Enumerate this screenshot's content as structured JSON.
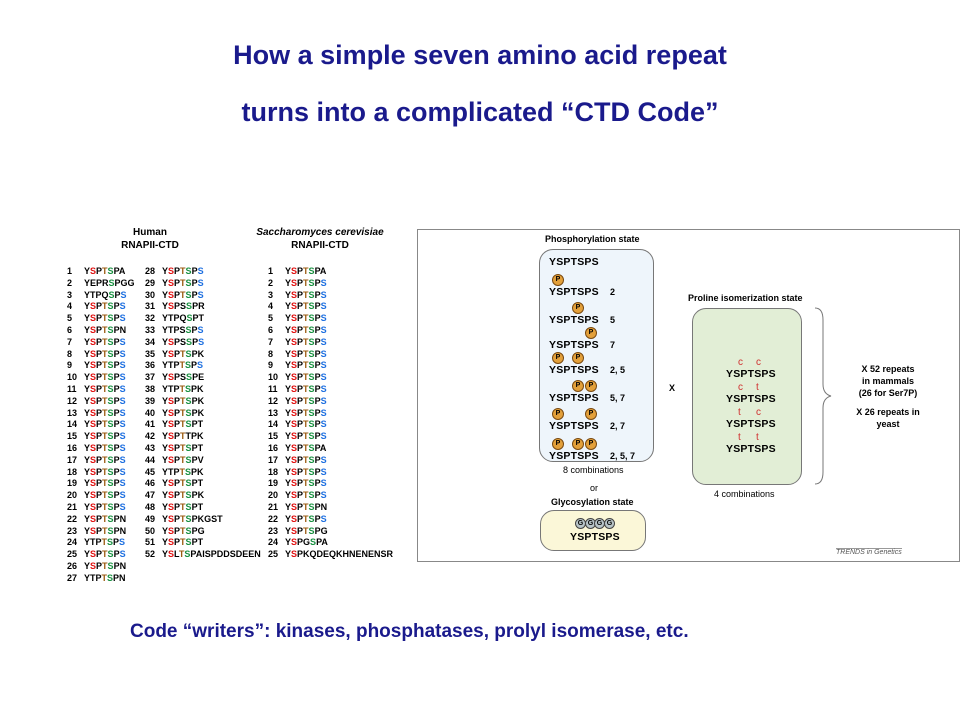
{
  "title": {
    "line1": "How a simple seven amino acid repeat",
    "line2": "turns into a complicated “CTD Code”"
  },
  "human": {
    "species": "Human",
    "label": "RNAPII-CTD",
    "repeats": [
      "YSPTSPA",
      "YEPRSPGG",
      "YTPQSPS",
      "YSPTSPS",
      "YSPTSPS",
      "YSPTSPN",
      "YSPTSPS",
      "YSPTSPS",
      "YSPTSPS",
      "YSPTSPS",
      "YSPTSPS",
      "YSPTSPS",
      "YSPTSPS",
      "YSPTSPS",
      "YSPTSPS",
      "YSPTSPS",
      "YSPTSPS",
      "YSPTSPS",
      "YSPTSPS",
      "YSPTSPS",
      "YSPTSPS",
      "YSPTSPN",
      "YSPTSPN",
      "YTPTSPS",
      "YSPTSPS",
      "YSPTSPN",
      "YTPTSPN",
      "YSPTSPS",
      "YSPTSPS",
      "YSPTSPS",
      "YSPSSPR",
      "YTPQSPT",
      "YTPSSPS",
      "YSPSSPS",
      "YSPTSPK",
      "YTPTSPS",
      "YSPSSPE",
      "YTPTSPK",
      "YSPTSPK",
      "YSPTSPK",
      "YSPTSPT",
      "YSPTTPK",
      "YSPTSPT",
      "YSPTSPV",
      "YTPTSPK",
      "YSPTSPT",
      "YSPTSPK",
      "YSPTSPT",
      "YSPTSPKGST",
      "YSPTSPG",
      "YSPTSPT",
      "YSLTSPAISPDDSDEEN"
    ]
  },
  "yeast": {
    "species": "Saccharomyces cerevisiae",
    "label": "RNAPII-CTD",
    "repeats": [
      "YSPTSPA",
      "YSPTSPS",
      "YSPTSPS",
      "YSPTSPS",
      "YSPTSPS",
      "YSPTSPS",
      "YSPTSPS",
      "YSPTSPS",
      "YSPTSPS",
      "YSPTSPS",
      "YSPTSPS",
      "YSPTSPS",
      "YSPTSPS",
      "YSPTSPS",
      "YSPTSPS",
      "YSPTSPA",
      "YSPTSPS",
      "YSPTSPS",
      "YSPTSPS",
      "YSPTSPS",
      "YSPTSPN",
      "YSPTSPS",
      "YSPTSPG",
      "YSPGSPA",
      "YSPKQDEQKHNENENSR"
    ]
  },
  "figure": {
    "phos_title": "Phosphorylation state",
    "motif": "YSPTSPS",
    "p_glyph": "P",
    "g_glyph": "G",
    "phos_rows": [
      {
        "sites": [],
        "label": ""
      },
      {
        "sites": [
          2
        ],
        "label": "2"
      },
      {
        "sites": [
          5
        ],
        "label": "5"
      },
      {
        "sites": [
          7
        ],
        "label": "7"
      },
      {
        "sites": [
          2,
          5
        ],
        "label": "2, 5"
      },
      {
        "sites": [
          5,
          7
        ],
        "label": "5, 7"
      },
      {
        "sites": [
          2,
          7
        ],
        "label": "2, 7"
      },
      {
        "sites": [
          2,
          5,
          7
        ],
        "label": "2, 5, 7"
      }
    ],
    "phos_count": "8 combinations",
    "or": "or",
    "glyco_title": "Glycosylation state",
    "times": "X",
    "pro_title": "Proline isomerization state",
    "pro_rows": [
      [
        "c",
        "c"
      ],
      [
        "c",
        "t"
      ],
      [
        "t",
        "c"
      ],
      [
        "t",
        "t"
      ]
    ],
    "pro_count": "4 combinations",
    "mammal_note": [
      "X 52 repeats",
      "in mammals",
      "(26 for Ser7P)"
    ],
    "yeast_note": [
      "X 26 repeats in",
      "yeast"
    ],
    "credit": "TRENDS in Genetics",
    "colors": {
      "phos_box": "#eef5fb",
      "glyco_box": "#fbf7d8",
      "pro_box": "#e2eed6"
    }
  },
  "footer": "Code “writers”:  kinases, phosphatases, prolyl isomerase, etc."
}
